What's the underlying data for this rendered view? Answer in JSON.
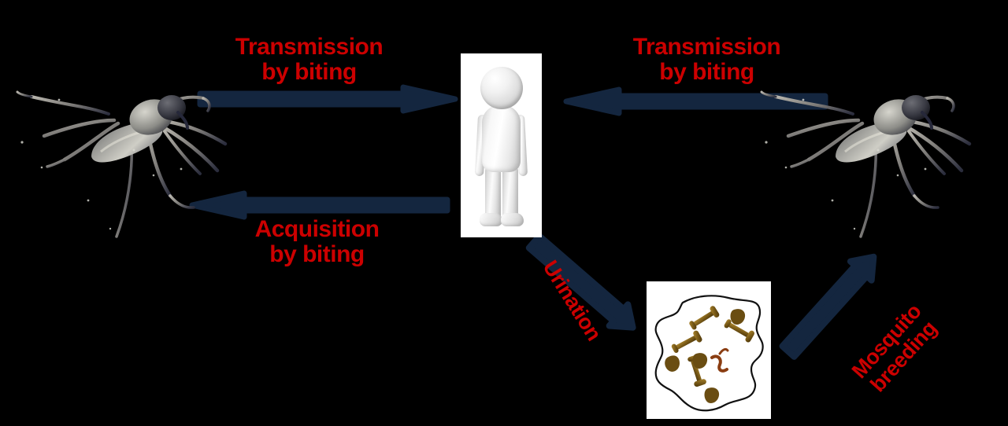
{
  "diagram": {
    "title": "Mosquito-borne transmission cycle",
    "background_color": "#000000",
    "arrow_color": "#14263f",
    "label_color": "#cc0000",
    "labels": [
      {
        "id": "transmission_left",
        "text": "Transmission\nby biting",
        "rotation": 0
      },
      {
        "id": "transmission_right",
        "text": "Transmission\nby biting",
        "rotation": 0
      },
      {
        "id": "acquisition",
        "text": "Acquisition\nby biting",
        "rotation": 0
      },
      {
        "id": "urination",
        "text": "Urination",
        "rotation": 58
      },
      {
        "id": "mosquito_breeding",
        "text": "Mosquito\nbreeding",
        "rotation": -48
      }
    ],
    "nodes": [
      {
        "id": "mosquito_left",
        "name": "Mosquito (left)"
      },
      {
        "id": "mosquito_right",
        "name": "Mosquito (right)"
      },
      {
        "id": "human",
        "name": "Human figure"
      },
      {
        "id": "water_pool",
        "name": "Water pool with mosquito larvae"
      }
    ],
    "arrows": [
      {
        "id": "a1",
        "from": "mosquito_left",
        "to": "human",
        "label": "Transmission by biting",
        "direction": "right"
      },
      {
        "id": "a2",
        "from": "human",
        "to": "mosquito_left",
        "label": "Acquisition by biting",
        "direction": "left"
      },
      {
        "id": "a3",
        "from": "mosquito_right",
        "to": "human",
        "label": "Transmission by biting",
        "direction": "left"
      },
      {
        "id": "a4",
        "from": "human",
        "to": "water_pool",
        "label": "Urination",
        "direction": "down-right"
      },
      {
        "id": "a5",
        "from": "water_pool",
        "to": "mosquito_right",
        "label": "Mosquito breeding",
        "direction": "up-right"
      }
    ]
  }
}
